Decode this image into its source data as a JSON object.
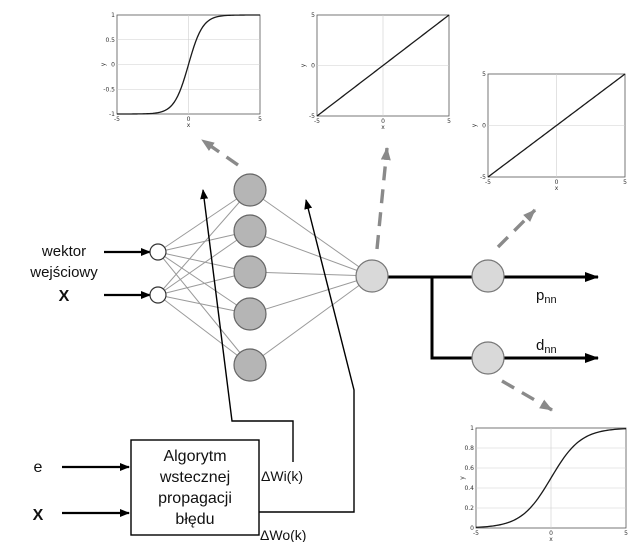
{
  "labels": {
    "input_vector_line1": "wektor",
    "input_vector_line2": "wejściowy",
    "input_vector_symbol": "X",
    "error_input": "e",
    "x_input": "X",
    "algorithm_line1": "Algorytm",
    "algorithm_line2": "wstecznej",
    "algorithm_line3": "propagacji",
    "algorithm_line4": "błędu",
    "delta_wi": "ΔWi(k)",
    "delta_wo": "ΔWo(k)",
    "output_p_base": "p",
    "output_p_sub": "nn",
    "output_d_base": "d",
    "output_d_sub": "nn"
  },
  "colors": {
    "input_neuron": "#ffffff",
    "hidden_neuron": "#b5b5b5",
    "output_neuron": "#d9d9d9",
    "connection": "#9a9a9a",
    "dashed_arrow": "#8a8a8a",
    "signal_line": "#000000"
  },
  "network": {
    "input_neurons": 2,
    "hidden_neurons": 5,
    "output_neurons": 1,
    "post_output_neurons": 2
  },
  "chart_data": [
    {
      "type": "line",
      "function": "sigmoid_tanh",
      "xlabel": "x",
      "ylabel": "y",
      "xlim": [
        -5,
        5
      ],
      "ylim": [
        -1,
        1
      ],
      "xticks": [
        "-5",
        "0",
        "5"
      ],
      "yticks": [
        "1",
        "0.5",
        "0",
        "-0.5",
        "-1"
      ],
      "grid": true
    },
    {
      "type": "line",
      "function": "linear",
      "xlabel": "x",
      "ylabel": "y",
      "xlim": [
        -5,
        5
      ],
      "ylim": [
        -5,
        5
      ],
      "xticks": [
        "-5",
        "0",
        "5"
      ],
      "yticks": [
        "5",
        "0",
        "-5"
      ],
      "grid": true
    },
    {
      "type": "line",
      "function": "linear",
      "xlabel": "x",
      "ylabel": "y",
      "xlim": [
        -5,
        5
      ],
      "ylim": [
        -5,
        5
      ],
      "xticks": [
        "-5",
        "0",
        "5"
      ],
      "yticks": [
        "5",
        "0",
        "-5"
      ],
      "grid": true
    },
    {
      "type": "line",
      "function": "sigmoid_logistic",
      "xlabel": "x",
      "ylabel": "y",
      "xlim": [
        -5,
        5
      ],
      "ylim": [
        0,
        1
      ],
      "xticks": [
        "-5",
        "0",
        "5"
      ],
      "yticks": [
        "1",
        "0.8",
        "0.6",
        "0.4",
        "0.2",
        "0"
      ],
      "grid": true
    }
  ]
}
